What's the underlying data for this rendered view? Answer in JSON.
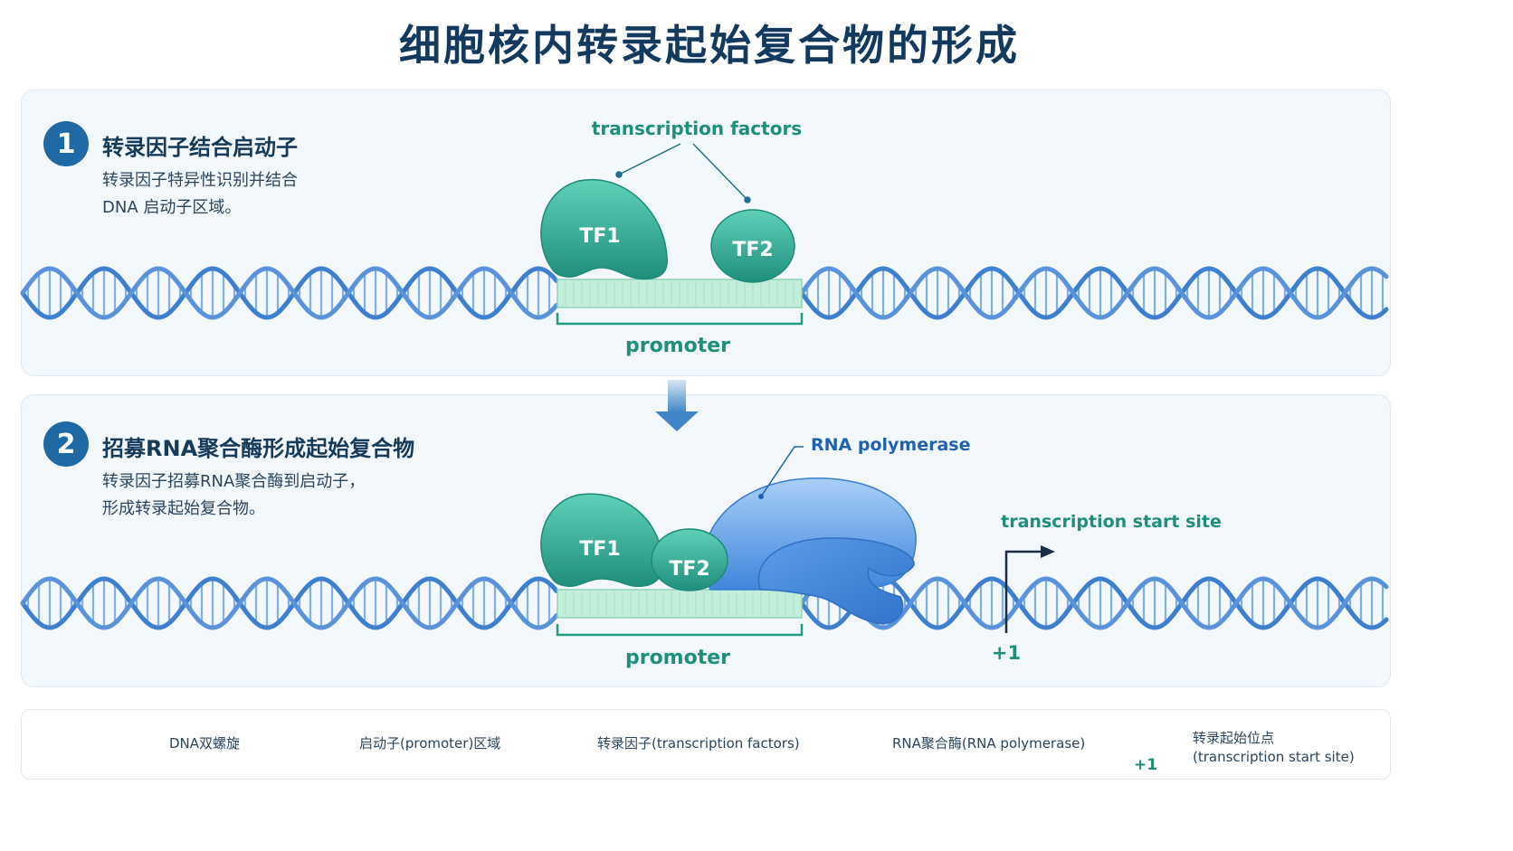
{
  "title": "细胞核内转录起始复合物的形成",
  "step1": {
    "number": "1",
    "title": "转录因子结合启动子",
    "desc_line1": "转录因子特异性识别并结合",
    "desc_line2": "DNA 启动子区域。",
    "tf_label": "transcription factors",
    "tf1": "TF1",
    "tf2": "TF2",
    "promoter": "promoter"
  },
  "step2": {
    "number": "2",
    "title": "招募RNA聚合酶形成起始复合物",
    "desc_line1": "转录因子招募RNA聚合酶到启动子，",
    "desc_line2": "形成转录起始复合物。",
    "polymerase_label": "RNA polymerase",
    "tss_label": "transcription start site",
    "plus_one": "+1",
    "tf1": "TF1",
    "tf2": "TF2",
    "promoter": "promoter"
  },
  "legend": {
    "dna": "DNA双螺旋",
    "promoter": "启动子(promoter)区域",
    "tf": "转录因子(transcription factors)",
    "polymerase": "RNA聚合酶(RNA polymerase)",
    "tss_line1": "转录起始位点",
    "tss_line2": "(transcription start site)",
    "tss_plus": "+1"
  },
  "colors": {
    "dna": "#4a84d4",
    "teal": "#239a86",
    "promoter_fill": "#c2eedb",
    "polymerase": "#5c9de6",
    "badge": "#1f6aa5"
  }
}
